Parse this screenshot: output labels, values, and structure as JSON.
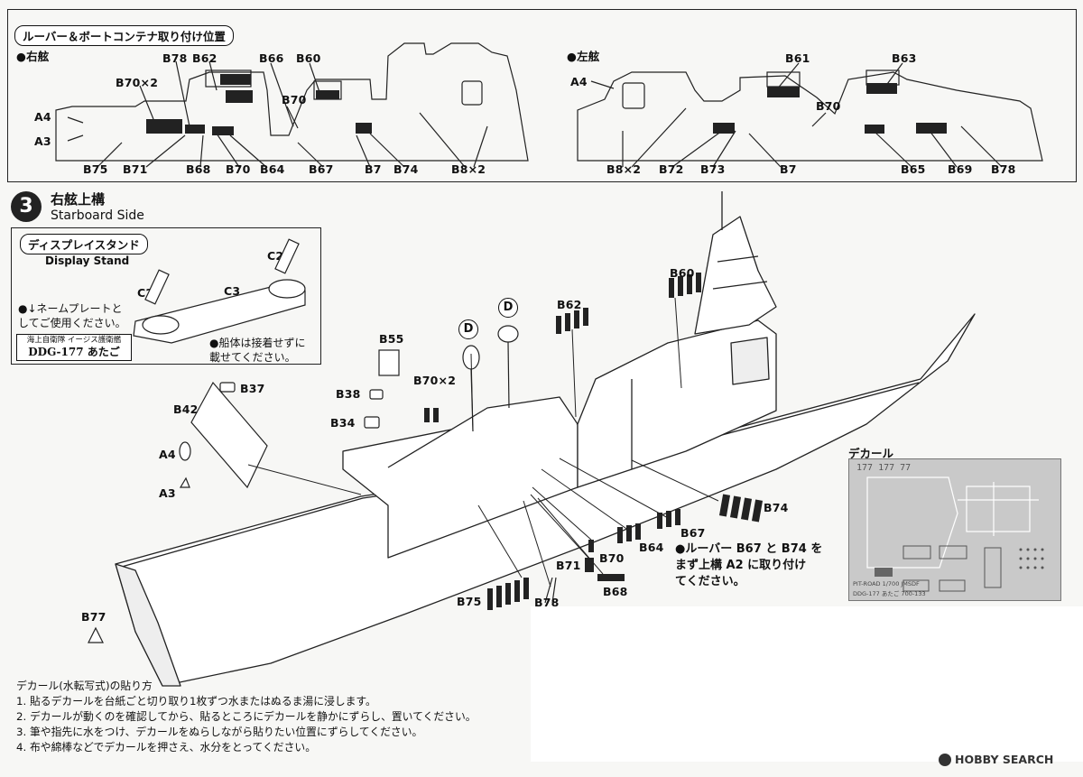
{
  "top_panel": {
    "title": "ルーバー＆ボートコンテナ取り付け位置",
    "starboard_label": "●右舷",
    "port_label": "●左舷",
    "starboard_parts": {
      "b78": "B78",
      "b62": "B62",
      "b66": "B66",
      "b60": "B60",
      "b70x2": "B70×2",
      "b70_upper": "B70",
      "a4": "A4",
      "a3": "A3",
      "b75": "B75",
      "b71": "B71",
      "b68": "B68",
      "b70_lower": "B70",
      "b64": "B64",
      "b67": "B67",
      "b7": "B7",
      "b74": "B74",
      "b8x2": "B8×2"
    },
    "port_parts": {
      "a4": "A4",
      "b61": "B61",
      "b63": "B63",
      "b70": "B70",
      "b8x2": "B8×2",
      "b72": "B72",
      "b73": "B73",
      "b7": "B7",
      "b65": "B65",
      "b69": "B69",
      "b78": "B78"
    }
  },
  "step": {
    "number": "3",
    "title_jp": "右舷上構",
    "title_en": "Starboard Side"
  },
  "display_stand": {
    "title_jp": "ディスプレイスタンド",
    "title_en": "Display Stand",
    "parts": {
      "c2_top": "C2",
      "c2_left": "C2",
      "c3": "C3"
    },
    "note_nameplate": "●↓ネームプレートと\nしてご使用ください。",
    "note_hull": "●船体は接着せずに\n載せてください。",
    "nameplate_line1": "海上自衛隊 イージス護衛艦",
    "nameplate_line2": "DDG-177 あたご"
  },
  "main_parts": {
    "b60": "B60",
    "b62": "B62",
    "d1": "D",
    "d2": "D",
    "b55": "B55",
    "b70x2": "B70×2",
    "b37": "B37",
    "b38": "B38",
    "b42": "B42",
    "b34": "B34",
    "a4": "A4",
    "a3": "A3",
    "b74": "B74",
    "b67": "B67",
    "b64": "B64",
    "b70": "B70",
    "b71": "B71",
    "b68": "B68",
    "b75": "B75",
    "b78": "B78",
    "b77": "B77"
  },
  "louver_note": "●ルーバー B67 と B74 を\nまず上構 A2 に取り付け\nてください。",
  "decal": {
    "title": "デカール",
    "numbers": "177 177 77",
    "footer_line1": "PIT-ROAD 1/700 JMSDF",
    "footer_line2": "DDG-177 あたご 700-133"
  },
  "instructions": {
    "title": "デカール(水転写式)の貼り方",
    "lines": [
      "1. 貼るデカールを台紙ごと切り取り1枚ずつ水またはぬるま湯に浸します。",
      "2. デカールが動くのを確認してから、貼るところにデカールを静かにずらし、置いてください。",
      "3. 筆や指先に水をつけ、デカールをぬらしながら貼りたい位置にずらしてください。",
      "4. 布や綿棒などでデカールを押さえ、水分をとってください。"
    ]
  },
  "watermark": "HOBBY SEARCH",
  "colors": {
    "ink": "#111111",
    "paper": "#f7f7f5",
    "hull_gray": "#d9d9d9"
  }
}
